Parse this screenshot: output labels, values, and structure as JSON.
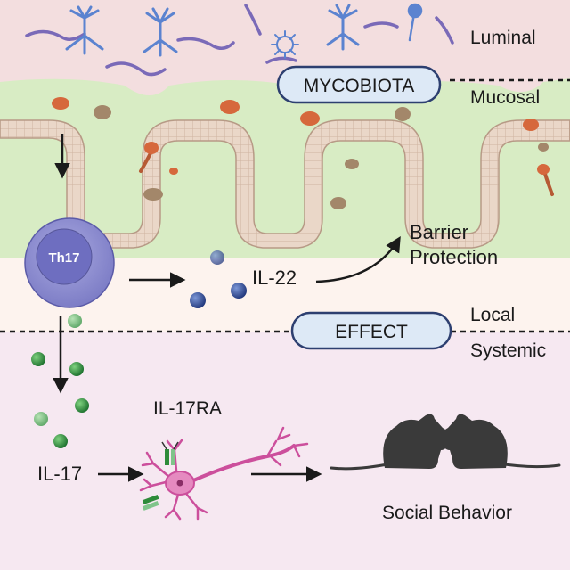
{
  "labels": {
    "luminal": "Luminal",
    "mucosal": "Mucosal",
    "local": "Local",
    "systemic": "Systemic",
    "mycobiota": "MYCOBIOTA",
    "effect": "EFFECT",
    "th17": "Th17",
    "il22": "IL-22",
    "barrier_line1": "Barrier",
    "barrier_line2": "Protection",
    "il17": "IL-17",
    "il17ra": "IL-17RA",
    "social_behavior": "Social Behavior"
  },
  "colors": {
    "luminal_bg": "#f3dedf",
    "mucosal_green": "#d8ecc4",
    "epithelium": "#e9d6c8",
    "local_bg": "#fdf3ee",
    "systemic_bg": "#f6e8f1",
    "pill_fill": "#dde9f6",
    "pill_stroke": "#2d3f70",
    "th17_outer": "#8f8fd0",
    "th17_inner": "#6c6cbc",
    "il22_dot": "#27408b",
    "il17_dot": "#2e8b3a",
    "neuron": "#cc4f9c",
    "mouse": "#3a3a3a",
    "fungi_blue": "#5b83d0",
    "fungi_purple": "#7a6ab8",
    "microbe_orange": "#d6683c",
    "microbe_brown": "#a3876a"
  }
}
